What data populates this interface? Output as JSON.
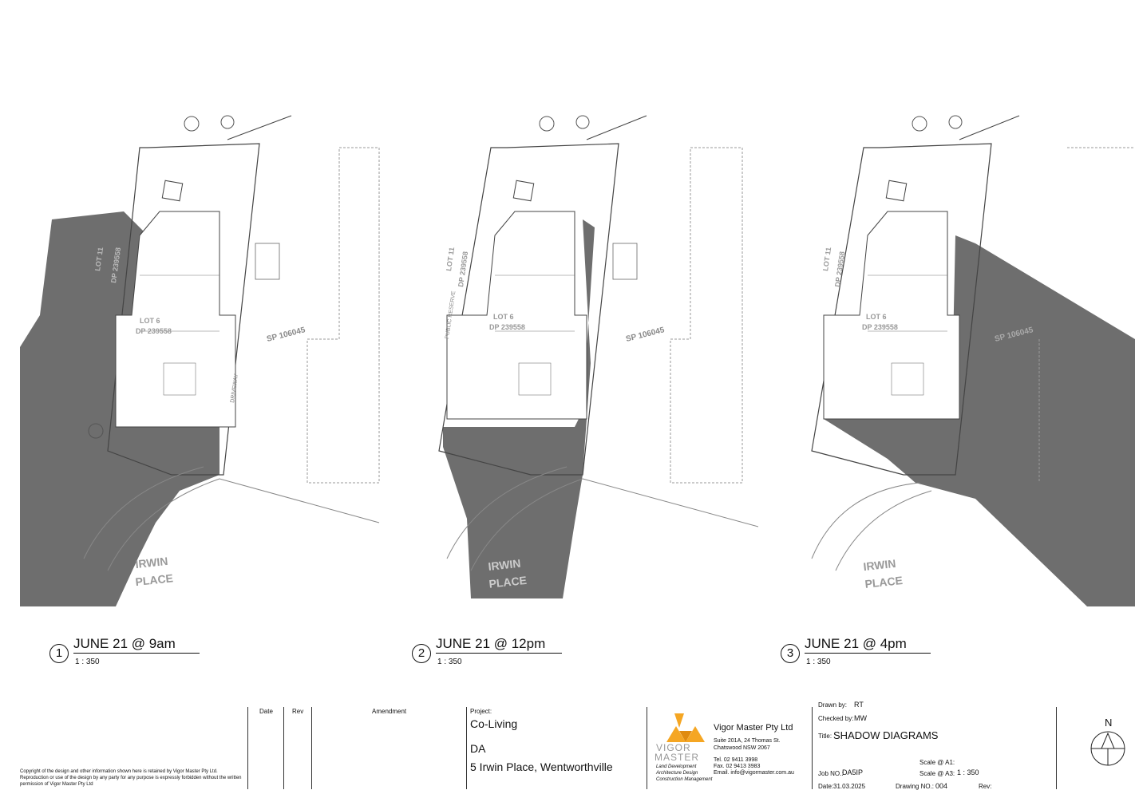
{
  "drawings": [
    {
      "number": "1",
      "title": "JUNE 21 @ 9am",
      "scale": "1 : 350"
    },
    {
      "number": "2",
      "title": "JUNE 21 @ 12pm",
      "scale": "1 : 350"
    },
    {
      "number": "3",
      "title": "JUNE 21 @ 4pm",
      "scale": "1 : 350"
    }
  ],
  "plan_labels": {
    "street": [
      "IRWIN",
      "PLACE"
    ],
    "lot11": "LOT 11",
    "dp11": "DP 239558",
    "lot6": "LOT 6",
    "dp6": "DP 239558",
    "sp": "SP 106045",
    "public_reserve": "PUBLIC RESERVE",
    "driveway": "DRIVEWAY"
  },
  "title_block": {
    "copyright": "Copyright of the design and other information shown here is retained by Vigor Master Pty Ltd. Reproduction or use of the design by any party for any purpose is expressly forbidden without the written permission of Vigor Master Pty Ltd",
    "col_date": "Date",
    "col_rev": "Rev",
    "col_amendment": "Amendment",
    "project_label": "Project:",
    "project_name": "Co-Living",
    "project_type": "DA",
    "project_address": "5 Irwin Place, Wentworthville",
    "logo_text_1": "VIGOR",
    "logo_text_2": "MASTER",
    "logo_tag_1": "Land Development",
    "logo_tag_2": "Architecture Design",
    "logo_tag_3": "Construction Management",
    "company": "Vigor Master Pty Ltd",
    "address_1": "Suite 201A, 24 Thomas St.",
    "address_2": "Chatswood NSW 2067",
    "tel": "Tel.  02 9411 3998",
    "fax": "Fax.  02 9413 3983",
    "email": "Email. info@vigormaster.com.au",
    "drawn_by_label": "Drawn by:",
    "drawn_by": "RT",
    "checked_by_label": "Checked by:",
    "checked_by": "MW",
    "title_label": "Title:",
    "title": "SHADOW DIAGRAMS",
    "job_label": "Job NO.:",
    "job": "DA5IP",
    "scale_a1_label": "Scale @ A1:",
    "scale_a1": "",
    "scale_a3_label": "Scale @ A3:",
    "scale_a3": "1 : 350",
    "date_label": "Date:",
    "date": "31.03.2025",
    "drawing_no_label": "Drawing NO.:",
    "drawing_no": "004",
    "rev_label": "Rev:",
    "rev": "",
    "north": "N"
  },
  "colors": {
    "shadow": "#6e6e6e",
    "linework": "#444444",
    "logo_orange": "#f5a623"
  }
}
